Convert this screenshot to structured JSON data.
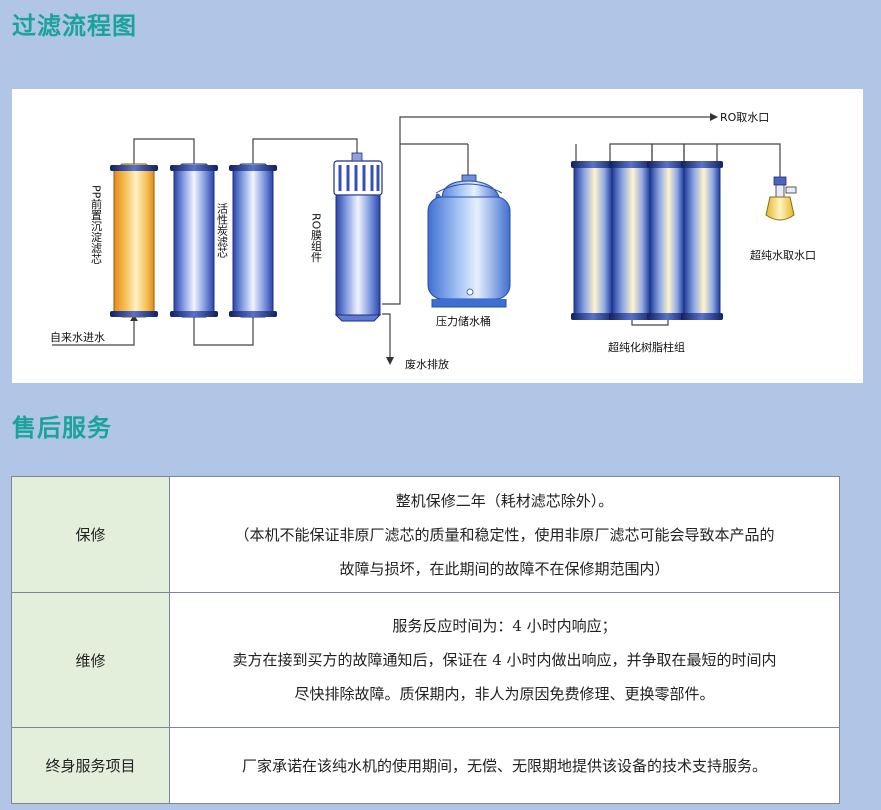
{
  "sections": {
    "flow_title": "过滤流程图",
    "service_title": "售后服务"
  },
  "diagram": {
    "labels": {
      "tap_inlet": "自来水进水",
      "pp_filter": "PP前置沉淀滤芯",
      "carbon_filter": "活性炭滤芯",
      "ro_membrane": "RO膜组件",
      "waste_drain": "废水排放",
      "pressure_tank": "压力储水桶",
      "ro_outlet": "RO取水口",
      "resin_group": "超纯化树脂柱组",
      "ultrapure_outlet": "超纯水取水口"
    }
  },
  "service_table": {
    "rows": [
      {
        "label": "保修",
        "lines": [
          "整机保修二年（耗材滤芯除外）。",
          "（本机不能保证非原厂滤芯的质量和稳定性，使用非原厂滤芯可能会导致本产品的",
          "故障与损坏，在此期间的故障不在保修期范围内）"
        ]
      },
      {
        "label": "维修",
        "lines": [
          "服务反应时间为：4 小时内响应；",
          "卖方在接到买方的故障通知后，保证在 4 小时内做出响应，并争取在最短的时间内",
          "尽快排除故障。质保期内，非人为原因免费修理、更换零部件。"
        ]
      },
      {
        "label": "终身服务项目",
        "lines": [
          "厂家承诺在该纯水机的使用期间，无偿、无限期地提供该设备的技术支持服务。"
        ]
      }
    ]
  },
  "colors": {
    "background": "#b1c6e6",
    "title": "#1aa29c",
    "label_cell": "#e3efdb"
  }
}
